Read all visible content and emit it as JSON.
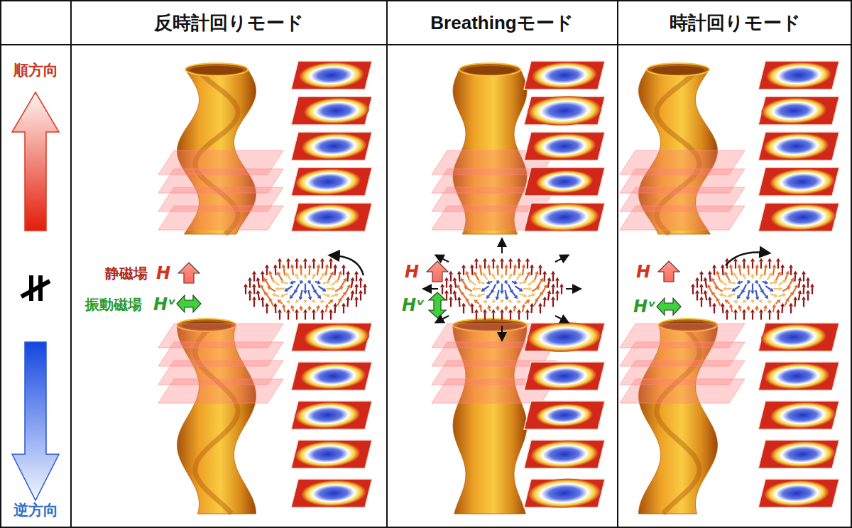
{
  "diagram": {
    "labels": [
      "反時計回りモード",
      "Breathingモード",
      "時計回りモード",
      "順方向",
      "静磁場",
      "H",
      "振動磁場",
      "Hᵛ",
      "H",
      "Hᵛ",
      "H",
      "Hᵛ",
      "逆方向"
    ]
  }
}
